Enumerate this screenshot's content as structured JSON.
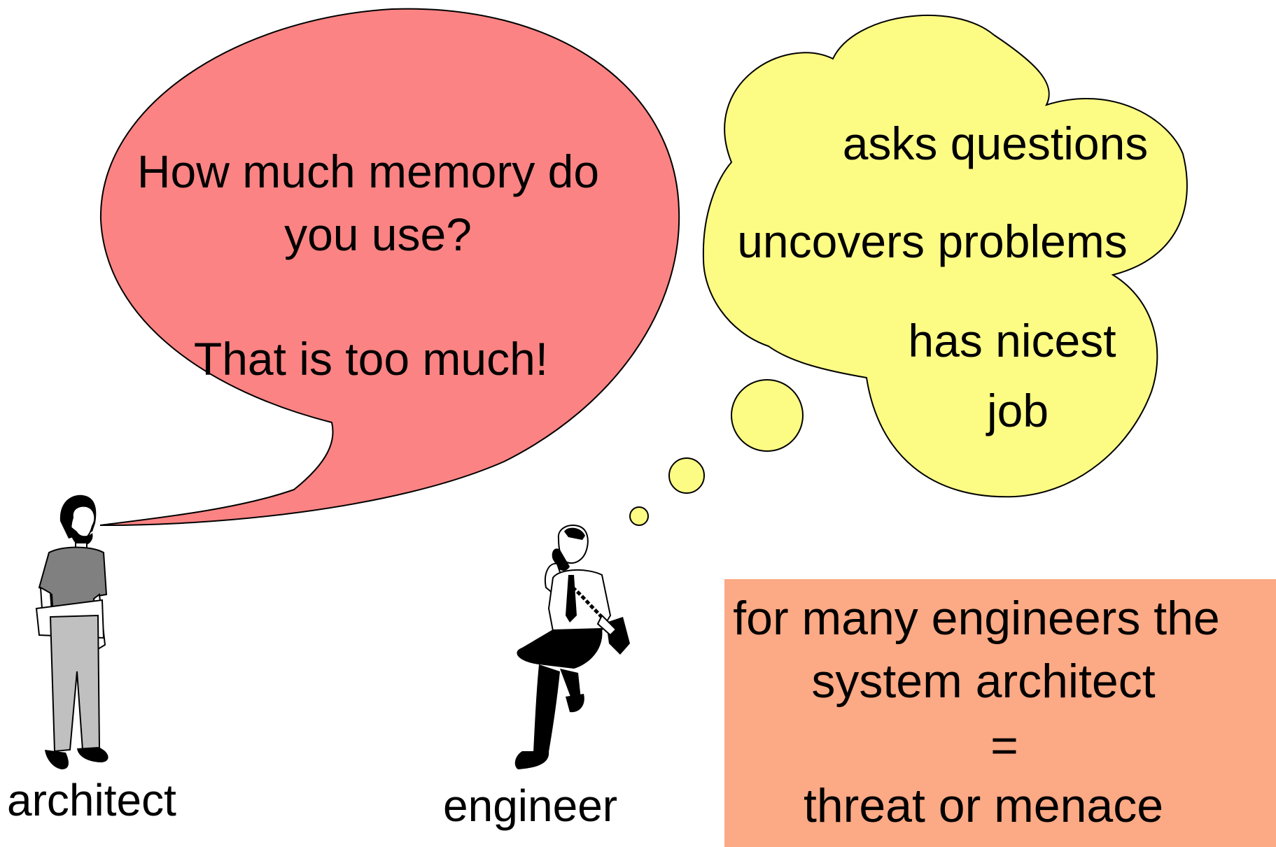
{
  "speech_bubble": {
    "line1": "How much memory do",
    "line2": "you use?",
    "line3": "That is too much!",
    "color": "#fc8383"
  },
  "thought_cloud": {
    "line1": "asks questions",
    "line2": "uncovers problems",
    "line3": "has nicest",
    "line4": "job",
    "color": "#fcfc85"
  },
  "verdict_box": {
    "line1": "for many engineers the",
    "line2": "system architect",
    "line3": "=",
    "line4": "threat or menace",
    "color": "#fca985"
  },
  "labels": {
    "architect": "architect",
    "engineer": "engineer"
  },
  "icons": {
    "architect_figure": "standing-man-with-folder-icon",
    "engineer_figure": "seated-man-on-phone-icon"
  }
}
